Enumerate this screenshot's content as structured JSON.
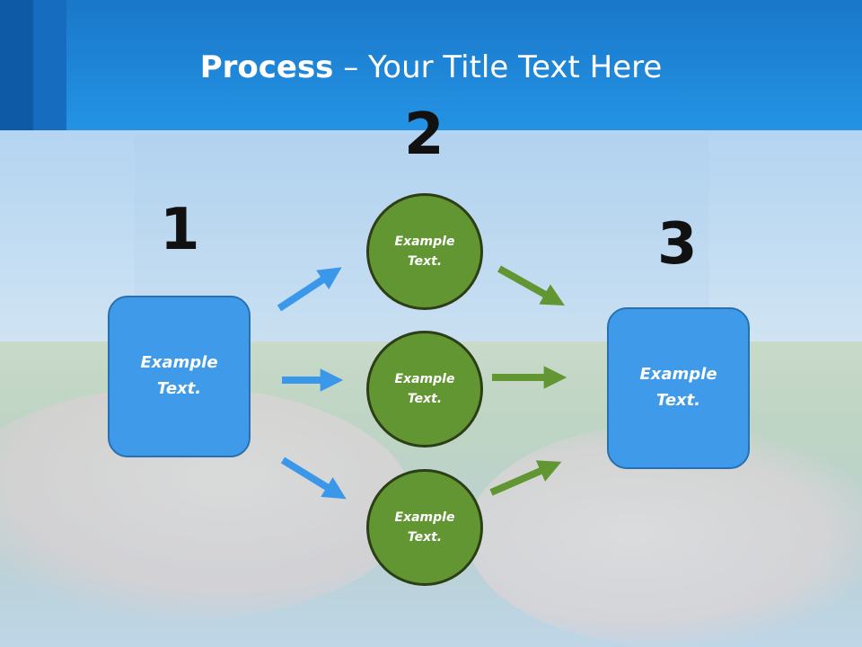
{
  "title": {
    "bold": "Process",
    "rest": " – Your Title Text Here"
  },
  "steps": {
    "one": "1",
    "two": "2",
    "three": "3"
  },
  "nodes": {
    "start": "Example\nText.",
    "mid_top": "Example\nText.",
    "mid_middle": "Example\nText.",
    "mid_bottom": "Example\nText.",
    "end": "Example\nText."
  },
  "colors": {
    "blue": "#3f9be9",
    "green": "#629632",
    "header": "#2493e4"
  }
}
